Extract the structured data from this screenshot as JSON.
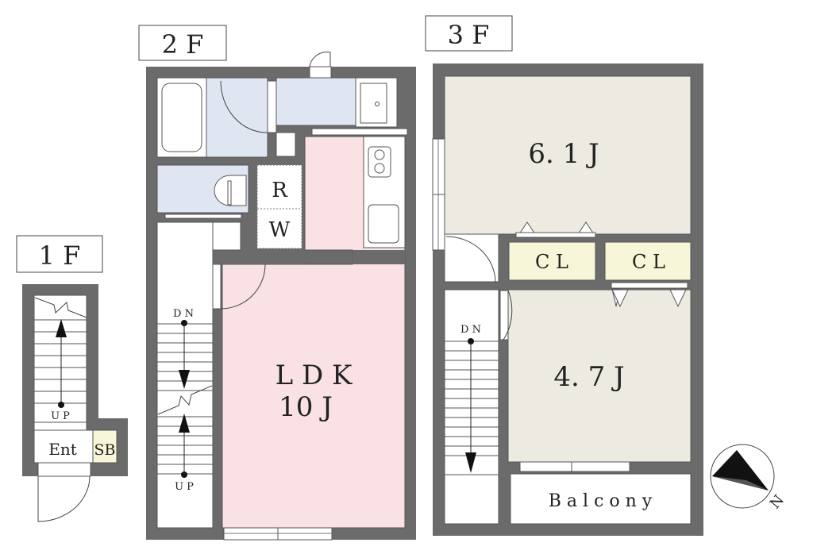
{
  "floors": [
    {
      "label": "1 F",
      "rooms": {
        "entrance": "Ent",
        "shoe_box": "SB",
        "stair": "U P"
      }
    },
    {
      "label": "2 F",
      "rooms": {
        "ldk": "L D K",
        "ldk_size": "10 J",
        "storage_r": "R",
        "storage_w": "W",
        "stair_down": "D N",
        "stair_up": "U P"
      }
    },
    {
      "label": "3 F",
      "rooms": {
        "room1": "6. 1 J",
        "room2": "4. 7 J",
        "closet1": "C L",
        "closet2": "C L",
        "stair_down": "D N",
        "balcony": "B a l c o n y"
      }
    }
  ],
  "compass": {
    "label": "N"
  },
  "colors": {
    "wall": "#6b6b6b",
    "ldk": "#f9e1e4",
    "wet": "#dfe6f2",
    "room": "#edebe1",
    "closet": "#f8f6d8"
  }
}
